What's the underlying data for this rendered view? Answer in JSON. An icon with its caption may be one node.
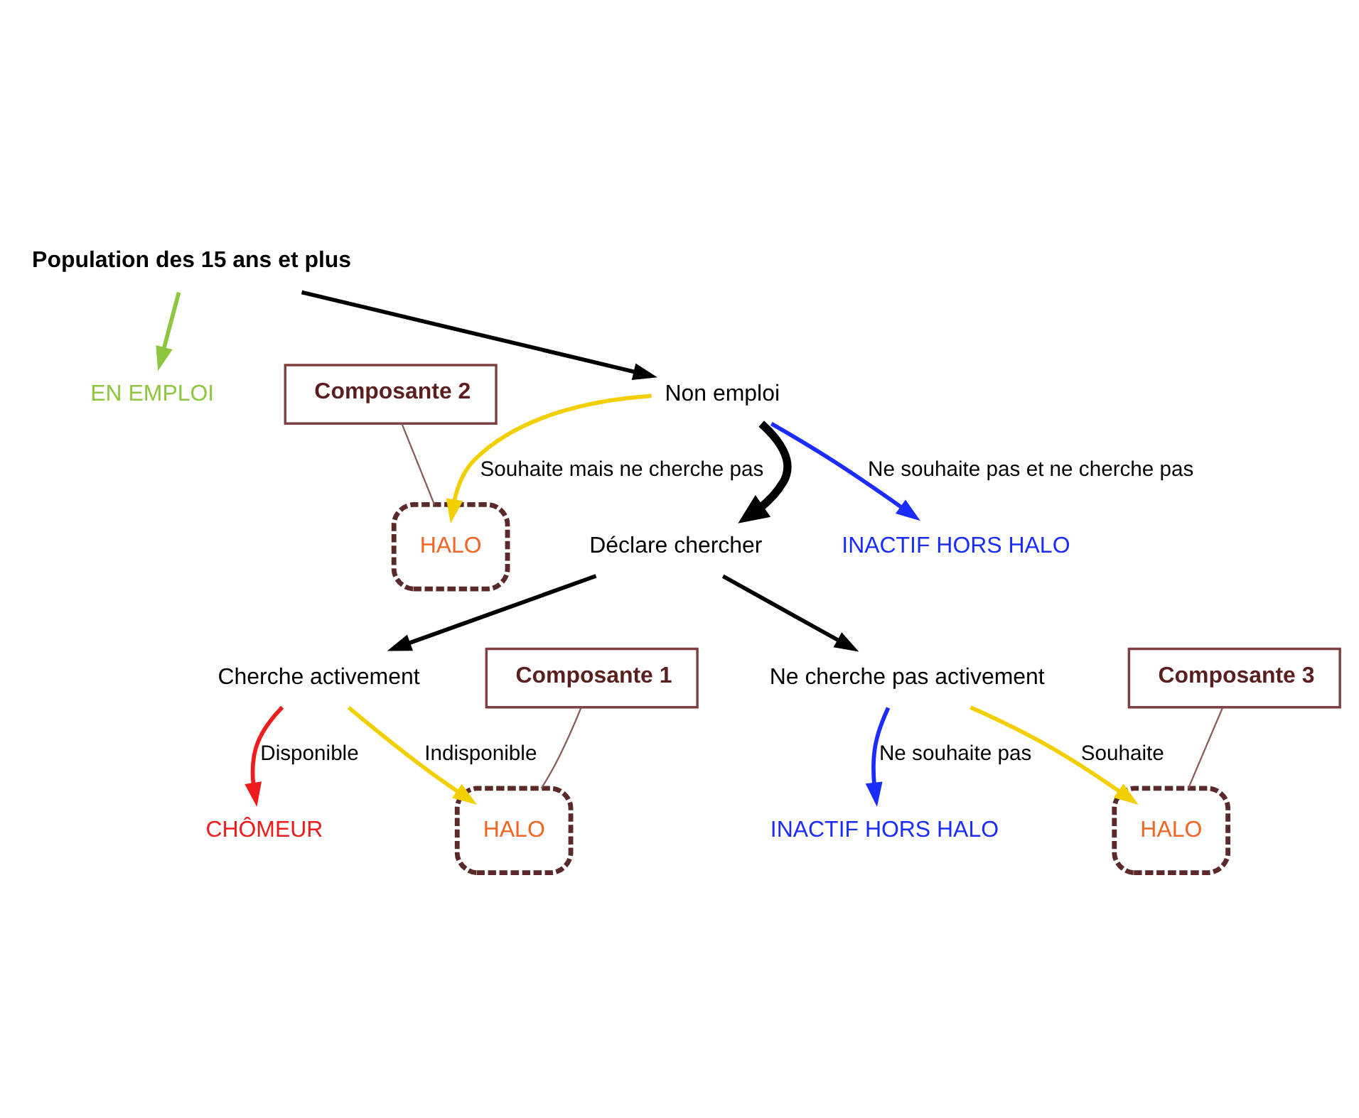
{
  "diagram": {
    "nodes": [
      {
        "text": [
          "Population des 15 ans et plus"
        ]
      },
      {
        "text": [
          "EN EMPLOI"
        ]
      },
      {
        "text": [
          "Non emploi"
        ]
      },
      {
        "text": [
          "INACTIF HORS HALO"
        ]
      },
      {
        "text": [],
        "shape": "ellipse"
      },
      {
        "text": [
          "HALO"
        ],
        "in": 4
      },
      {
        "text": [
          "Composante 2"
        ]
      },
      {
        "text": [
          "Déclare chercher"
        ]
      },
      {
        "text": [],
        "shape": "ellipse"
      },
      {
        "text": [
          "Cherche activement"
        ]
      },
      {
        "text": [
          "HALO"
        ],
        "in": 8
      },
      {
        "text": [
          "CHÔMEUR"
        ]
      },
      {
        "text": [
          "Composante 1"
        ]
      },
      {
        "text": [],
        "shape": "ellipse"
      },
      {
        "text": [
          "Ne cherche pas activement"
        ]
      },
      {
        "text": [
          "HALO"
        ],
        "in": 13
      },
      {
        "text": [
          "INACTIF HORS HALO"
        ]
      },
      {
        "text": [
          "Composante 3"
        ]
      }
    ],
    "edges": [
      {
        "from": 0,
        "to": 1,
        "arrow": "to",
        "color": "#8dc63f"
      },
      {
        "from": 0,
        "to": 2,
        "arrow": "to"
      },
      {
        "from": 2,
        "to": 3,
        "arrow": "to",
        "label": "Ne souhaite pas et ne cherche pas",
        "color": "#1a2cff"
      },
      {
        "from": 2,
        "to": 5,
        "arrow": "to",
        "label": "Souhaite mais ne cherche pas",
        "color": "#f2d000"
      },
      {
        "from": 2,
        "to": 7,
        "arrow": "to",
        "style": "thick"
      },
      {
        "from": 6,
        "to": 4,
        "arrow": "none",
        "color": "#8b5a5a"
      },
      {
        "from": 7,
        "to": 9,
        "arrow": "to"
      },
      {
        "from": 7,
        "to": 14,
        "arrow": "to"
      },
      {
        "from": 9,
        "to": 11,
        "arrow": "to",
        "label": "Disponible",
        "color": "#ee1c1c"
      },
      {
        "from": 9,
        "to": 10,
        "arrow": "to",
        "label": "Indisponible",
        "color": "#f2d000"
      },
      {
        "from": 12,
        "to": 8,
        "arrow": "none",
        "color": "#8b5a5a"
      },
      {
        "from": 14,
        "to": 15,
        "arrow": "to",
        "label": "Souhaite",
        "color": "#f2d000"
      },
      {
        "from": 14,
        "to": 16,
        "arrow": "to",
        "label": "Ne souhaite pas",
        "color": "#1a2cff"
      },
      {
        "from": 17,
        "to": 13,
        "arrow": "none",
        "color": "#8b5a5a"
      }
    ]
  }
}
